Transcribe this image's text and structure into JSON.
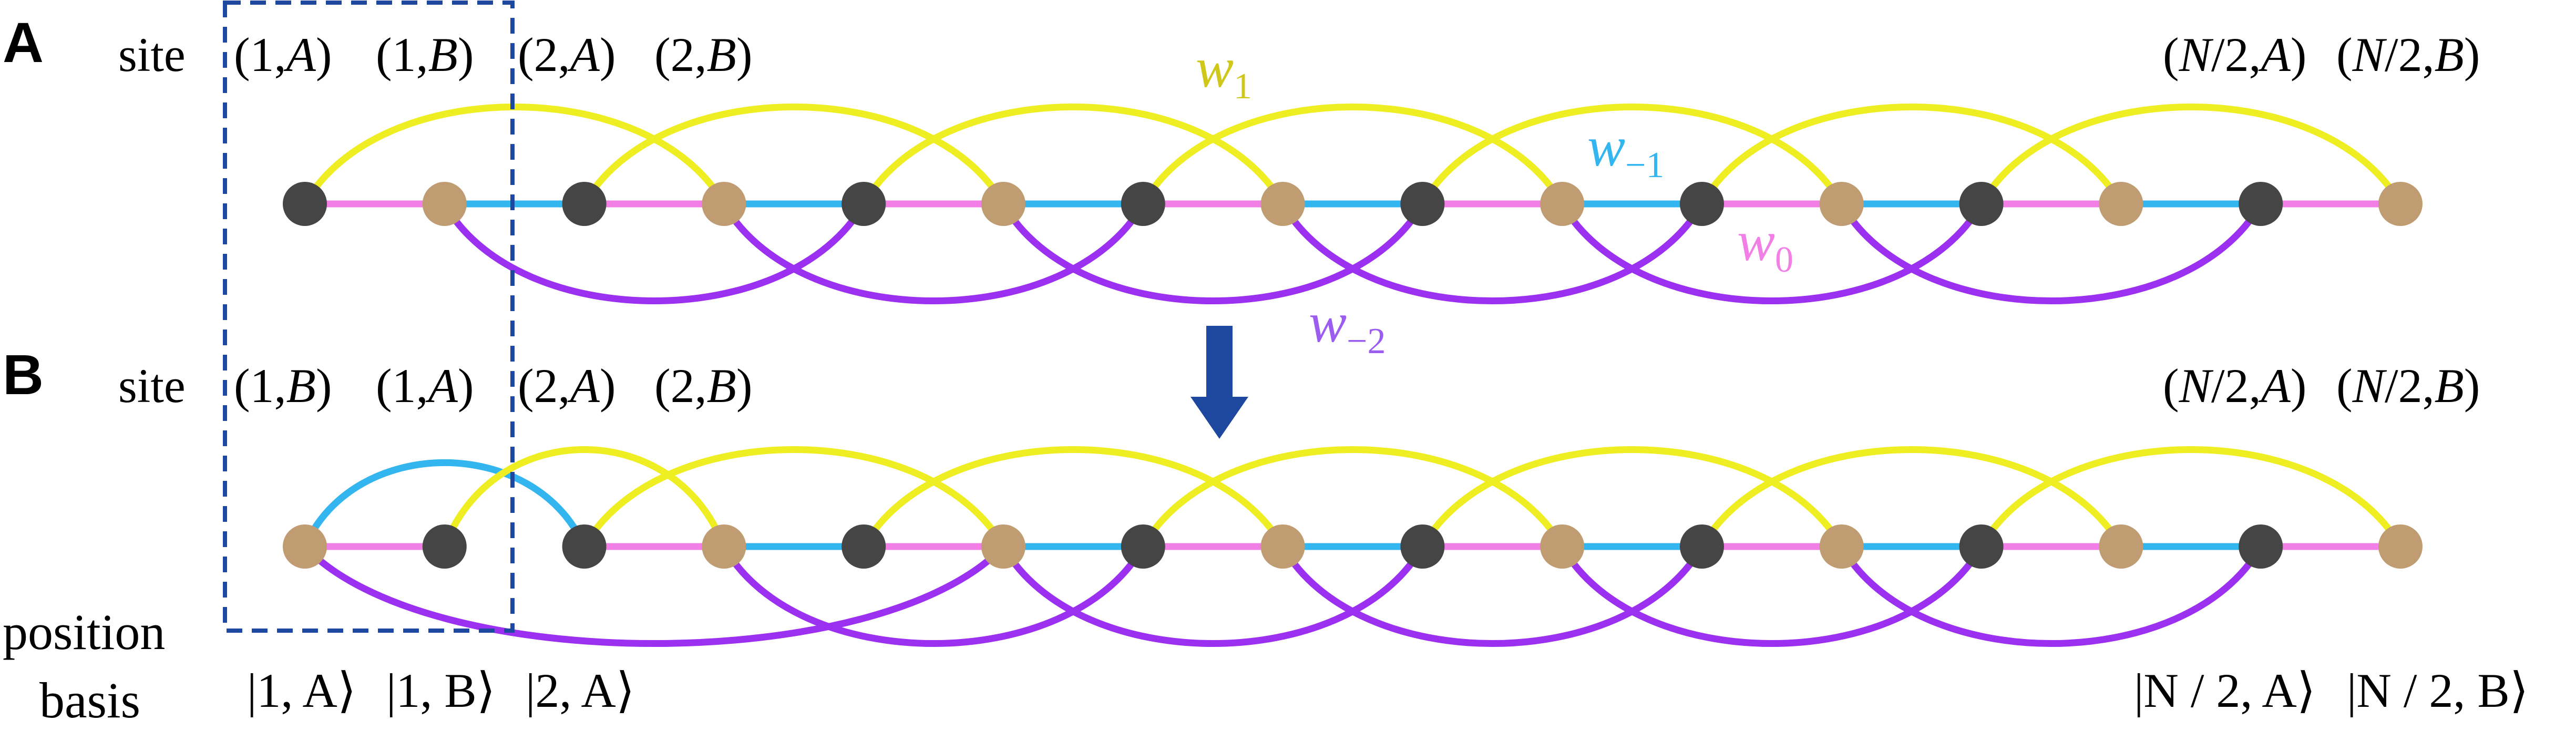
{
  "panels": [
    {
      "letter": "A",
      "row_label": "site",
      "site_labels": [
        "(1,A)",
        "(1,B)",
        "(2,A)",
        "(2,B)",
        "(N/2,A)",
        "(N/2,B)"
      ],
      "node_colors": [
        "dark",
        "tan",
        "dark",
        "tan",
        "dark",
        "tan",
        "dark",
        "tan",
        "dark",
        "tan",
        "dark",
        "tan",
        "dark",
        "tan",
        "dark",
        "tan"
      ]
    },
    {
      "letter": "B",
      "row_label": "site",
      "site_labels": [
        "(1,B)",
        "(1,A)",
        "(2,A)",
        "(2,B)",
        "(N/2,A)",
        "(N/2,B)"
      ],
      "node_colors": [
        "tan",
        "dark",
        "dark",
        "tan",
        "dark",
        "tan",
        "dark",
        "tan",
        "dark",
        "tan",
        "dark",
        "tan",
        "dark",
        "tan",
        "dark",
        "tan"
      ]
    }
  ],
  "hopping_labels": {
    "w1": {
      "base": "w",
      "sub": "1"
    },
    "w_minus1": {
      "base": "w",
      "sub": "−1"
    },
    "w0": {
      "base": "w",
      "sub": "0"
    },
    "w_minus2": {
      "base": "w",
      "sub": "−2"
    }
  },
  "basis": {
    "label_line1": "position",
    "label_line2": "basis",
    "kets": [
      "|1, A⟩",
      "|1, B⟩",
      "|2, A⟩",
      "|N / 2, A⟩",
      "|N / 2, B⟩"
    ]
  },
  "colors": {
    "w1": "#eeee22",
    "w_minus1": "#33b5ef",
    "w0": "#f27fe6",
    "w_minus2": "#9b30f0",
    "node_dark": "#454545",
    "node_tan": "#c09c72",
    "arrow": "#1e47a0",
    "dashed_box": "#1e47a0",
    "label_w1": "#cfc81a",
    "label_w_minus1": "#33b5ef",
    "label_w0": "#f27fe6",
    "label_w_minus2": "#9b5cf0"
  }
}
